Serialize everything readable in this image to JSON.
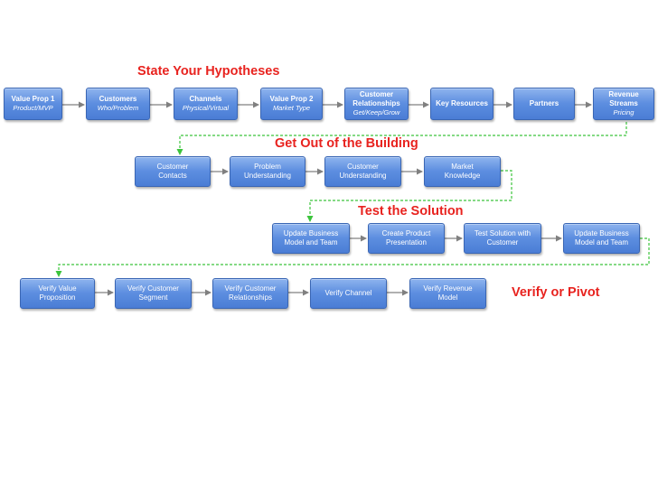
{
  "headings": {
    "hypotheses": "State Your Hypotheses",
    "building": "Get Out of the Building",
    "solution": "Test the Solution",
    "pivot": "Verify or Pivot"
  },
  "row1": [
    {
      "title": "Value Prop 1",
      "subtitle": "Product/MVP"
    },
    {
      "title": "Customers",
      "subtitle": "Who/Problem"
    },
    {
      "title": "Channels",
      "subtitle": "Physical/Virtual"
    },
    {
      "title": "Value Prop 2",
      "subtitle": "Market Type"
    },
    {
      "title": "Customer Relationships",
      "subtitle": "Get/Keep/Grow"
    },
    {
      "title": "Key Resources",
      "subtitle": ""
    },
    {
      "title": "Partners",
      "subtitle": ""
    },
    {
      "title": "Revenue Streams",
      "subtitle": "Pricing"
    }
  ],
  "row2": [
    {
      "title": "Customer Contacts"
    },
    {
      "title": "Problem Understanding"
    },
    {
      "title": "Customer Understanding"
    },
    {
      "title": "Market Knowledge"
    }
  ],
  "row3": [
    {
      "title": "Update Business Model and Team"
    },
    {
      "title": "Create Product Presentation"
    },
    {
      "title": "Test Solution with Customer"
    },
    {
      "title": "Update Business Model and Team"
    }
  ],
  "row4": [
    {
      "title": "Verify Value Proposition"
    },
    {
      "title": "Verify Customer Segment"
    },
    {
      "title": "Verify Customer Relationships"
    },
    {
      "title": "Verify Channel"
    },
    {
      "title": "Verify Revenue Model"
    }
  ],
  "colors": {
    "heading": "#e8231f",
    "box_fill": "#5d8ee0",
    "box_border": "#3a66b4",
    "arrow": "#808080",
    "connector": "#3cc43c"
  }
}
